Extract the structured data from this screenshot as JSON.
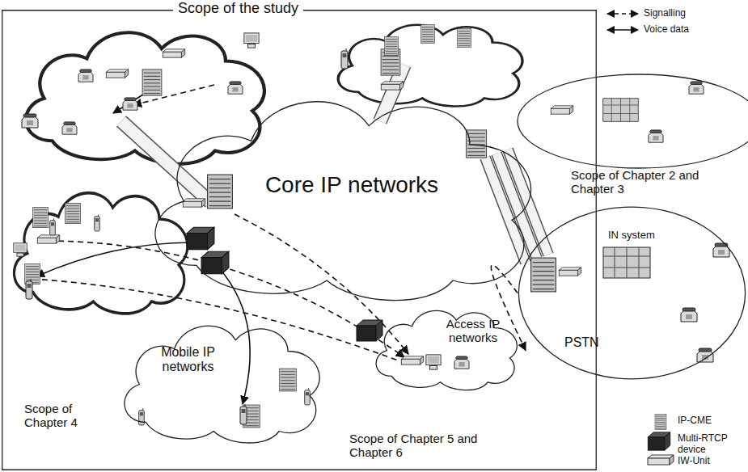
{
  "diagram": {
    "title": "Scope of the study",
    "nodes": [
      {
        "text": [
          "Scope of the study"
        ]
      },
      {
        "text": [
          "Core IP networks"
        ],
        "in": 0
      },
      {
        "text": [
          "Mobile IP networks"
        ],
        "in": 0
      },
      {
        "text": [
          "Access IP networks"
        ],
        "in": 0
      },
      {
        "text": [
          "PSTN"
        ]
      }
    ],
    "edges": [
      {
        "from": 4,
        "to": 3,
        "arrow": "to"
      }
    ],
    "labels": [
      "Scope of Chapter 2 and Chapter 3",
      "IN system",
      "Scope of Chapter 4",
      "Scope of Chapter 5 and Chapter 6"
    ],
    "legend": [
      {
        "text": "Signalling"
      },
      {
        "text": "Voice data"
      },
      {
        "text": "IP-CME"
      },
      {
        "text": "Multi-RTCP device"
      },
      {
        "text": "IW-Unit"
      }
    ]
  }
}
